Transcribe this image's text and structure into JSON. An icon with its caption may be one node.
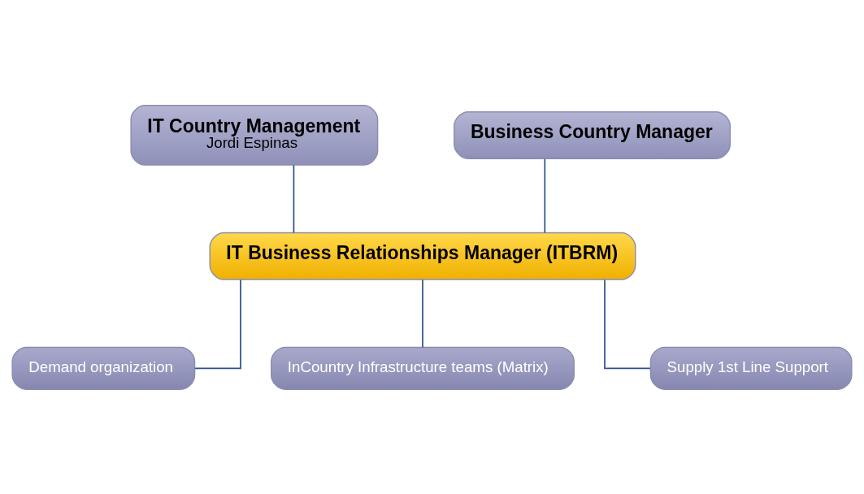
{
  "diagram": {
    "nodes": [
      {
        "text": [
          "IT Country Management",
          "Jordi Espinas"
        ]
      },
      {
        "text": [
          "Business Country Manager"
        ]
      },
      {
        "text": [
          "IT Business Relationships Manager (ITBRM)"
        ]
      },
      {
        "text": [
          "Demand organization"
        ]
      },
      {
        "text": [
          "InCountry Infrastructure teams (Matrix)"
        ]
      },
      {
        "text": [
          "Supply 1st Line Support"
        ]
      }
    ],
    "edges": [
      {
        "from": 0,
        "to": 2,
        "arrow": "none"
      },
      {
        "from": 1,
        "to": 2,
        "arrow": "none"
      },
      {
        "from": 2,
        "to": 3,
        "arrow": "none"
      },
      {
        "from": 2,
        "to": 4,
        "arrow": "none"
      },
      {
        "from": 2,
        "to": 5,
        "arrow": "none"
      }
    ]
  }
}
